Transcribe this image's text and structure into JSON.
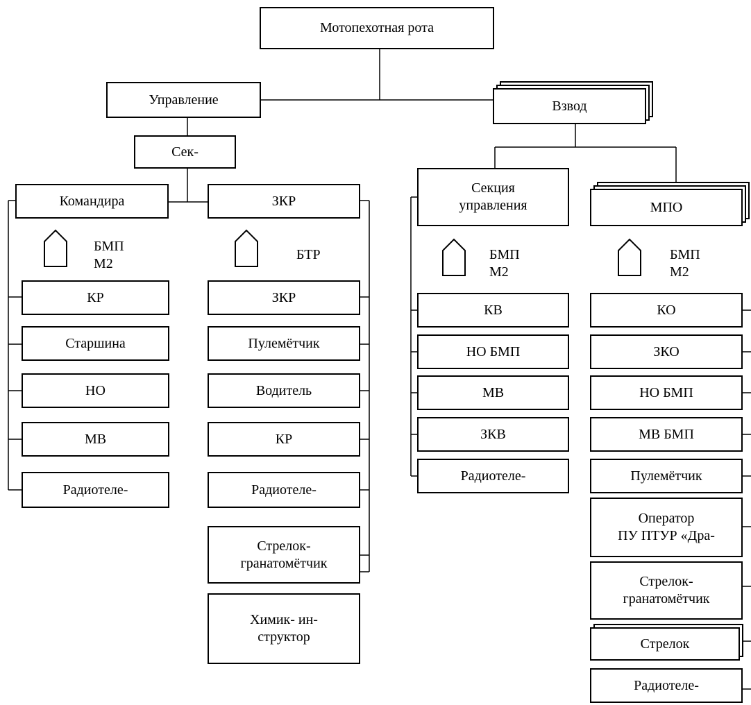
{
  "root": {
    "label": "Мотопехотная рота"
  },
  "management": {
    "label": "Управление",
    "section": "Сек-",
    "commander": {
      "label": "Командира",
      "vehicle": "БМП\nМ2",
      "members": [
        "КР",
        "Старшина",
        "НО",
        "МВ",
        "Радиотеле-"
      ]
    },
    "deputy": {
      "label": "ЗКР",
      "vehicle": "БТР",
      "members": [
        "ЗКР",
        "Пулемётчик",
        "Водитель",
        "КР",
        "Радиотеле-",
        "Стрелок-\nгранатомётчик",
        "Химик- ин-\nструктор"
      ]
    }
  },
  "platoon": {
    "label": "Взвод",
    "control_section": {
      "label": "Секция\nуправления",
      "vehicle": "БМП\nМ2",
      "members": [
        "КВ",
        "НО БМП",
        "МВ",
        "ЗКВ",
        "Радиотеле-"
      ]
    },
    "squad": {
      "label": "МПО",
      "vehicle": "БМП\nМ2",
      "members": [
        "КО",
        "ЗКО",
        "НО БМП",
        "МВ БМП",
        "Пулемётчик",
        "Оператор\nПУ ПТУР «Дра-",
        "Стрелок-\nгранатомётчик",
        "Стрелок",
        "Радиотеле-"
      ]
    }
  }
}
